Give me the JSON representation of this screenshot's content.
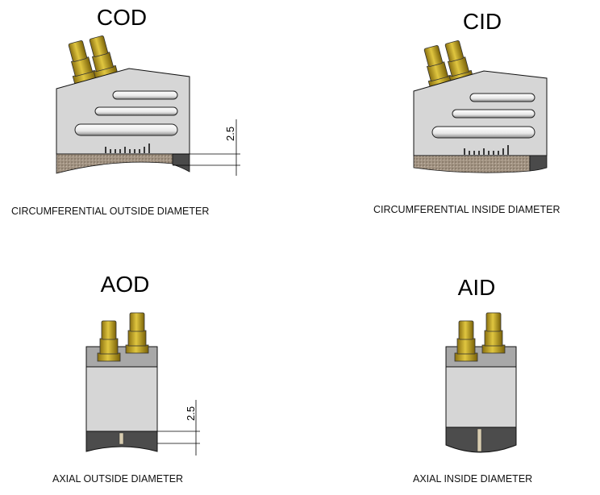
{
  "panels": [
    {
      "title": "COD",
      "caption": "CIRCUMFERENTIAL OUTSIDE DIAMETER",
      "dimension": "2.5"
    },
    {
      "title": "CID",
      "caption": "CIRCUMFERENTIAL INSIDE DIAMETER"
    },
    {
      "title": "AOD",
      "caption": "AXIAL OUTSIDE DIAMETER",
      "dimension": "2.5"
    },
    {
      "title": "AID",
      "caption": "AXIAL INSIDE DIAMETER"
    }
  ],
  "colors": {
    "body": "#d4d4d4",
    "brass": "#c9a92a",
    "wear": "#9a8c7c",
    "dark": "#4a4a4a"
  }
}
